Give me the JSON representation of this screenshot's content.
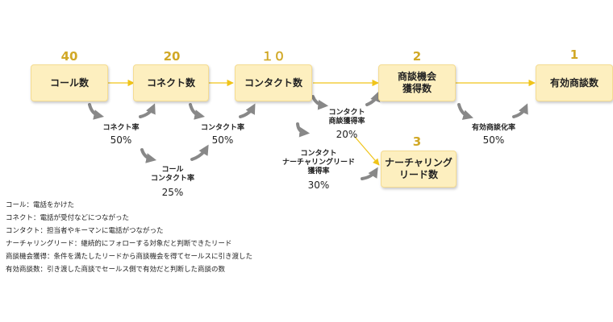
{
  "nodes": {
    "call": {
      "label": "コール数",
      "count": "40"
    },
    "connect": {
      "label": "コネクト数",
      "count": "20"
    },
    "contact": {
      "label": "コンタクト数",
      "count": "１０"
    },
    "opportunity": {
      "label": "商談機会\n獲得数",
      "count": "2"
    },
    "nurturing": {
      "label": "ナーチャリング\nリード数",
      "count": "3"
    },
    "valid_deal": {
      "label": "有効商談数",
      "count": "1"
    }
  },
  "rates": {
    "connect_rate": {
      "label": "コネクト率",
      "value": "50%"
    },
    "contact_rate": {
      "label": "コンタクト率",
      "value": "50%"
    },
    "call_contact_rate": {
      "label": "コール\nコンタクト率",
      "value": "25%"
    },
    "opportunity_rate": {
      "label": "コンタクト\n商談獲得率",
      "value": "20%"
    },
    "nurturing_rate": {
      "label": "コンタクト\nナーチャリングリード\n獲得率",
      "value": "30%"
    },
    "valid_deal_rate": {
      "label": "有効商談化率",
      "value": "50%"
    }
  },
  "legend": [
    "コール：電話をかけた",
    "コネクト：電話が受付などにつながった",
    "コンタクト：担当者やキーマンに電話がつながった",
    "ナーチャリングリード：継続的にフォローする対象だと判断できたリード",
    "商談機会獲得：条件を満たしたリードから商談機会を得てセールスに引き渡した",
    "有効商談数：引き渡した商談でセールス側で有効だと判断した商談の数"
  ],
  "colors": {
    "accent": "#d1a826",
    "box_fill": "#fdefbf",
    "straight_arrow": "#f0c419",
    "curved_arrow": "#888888"
  }
}
